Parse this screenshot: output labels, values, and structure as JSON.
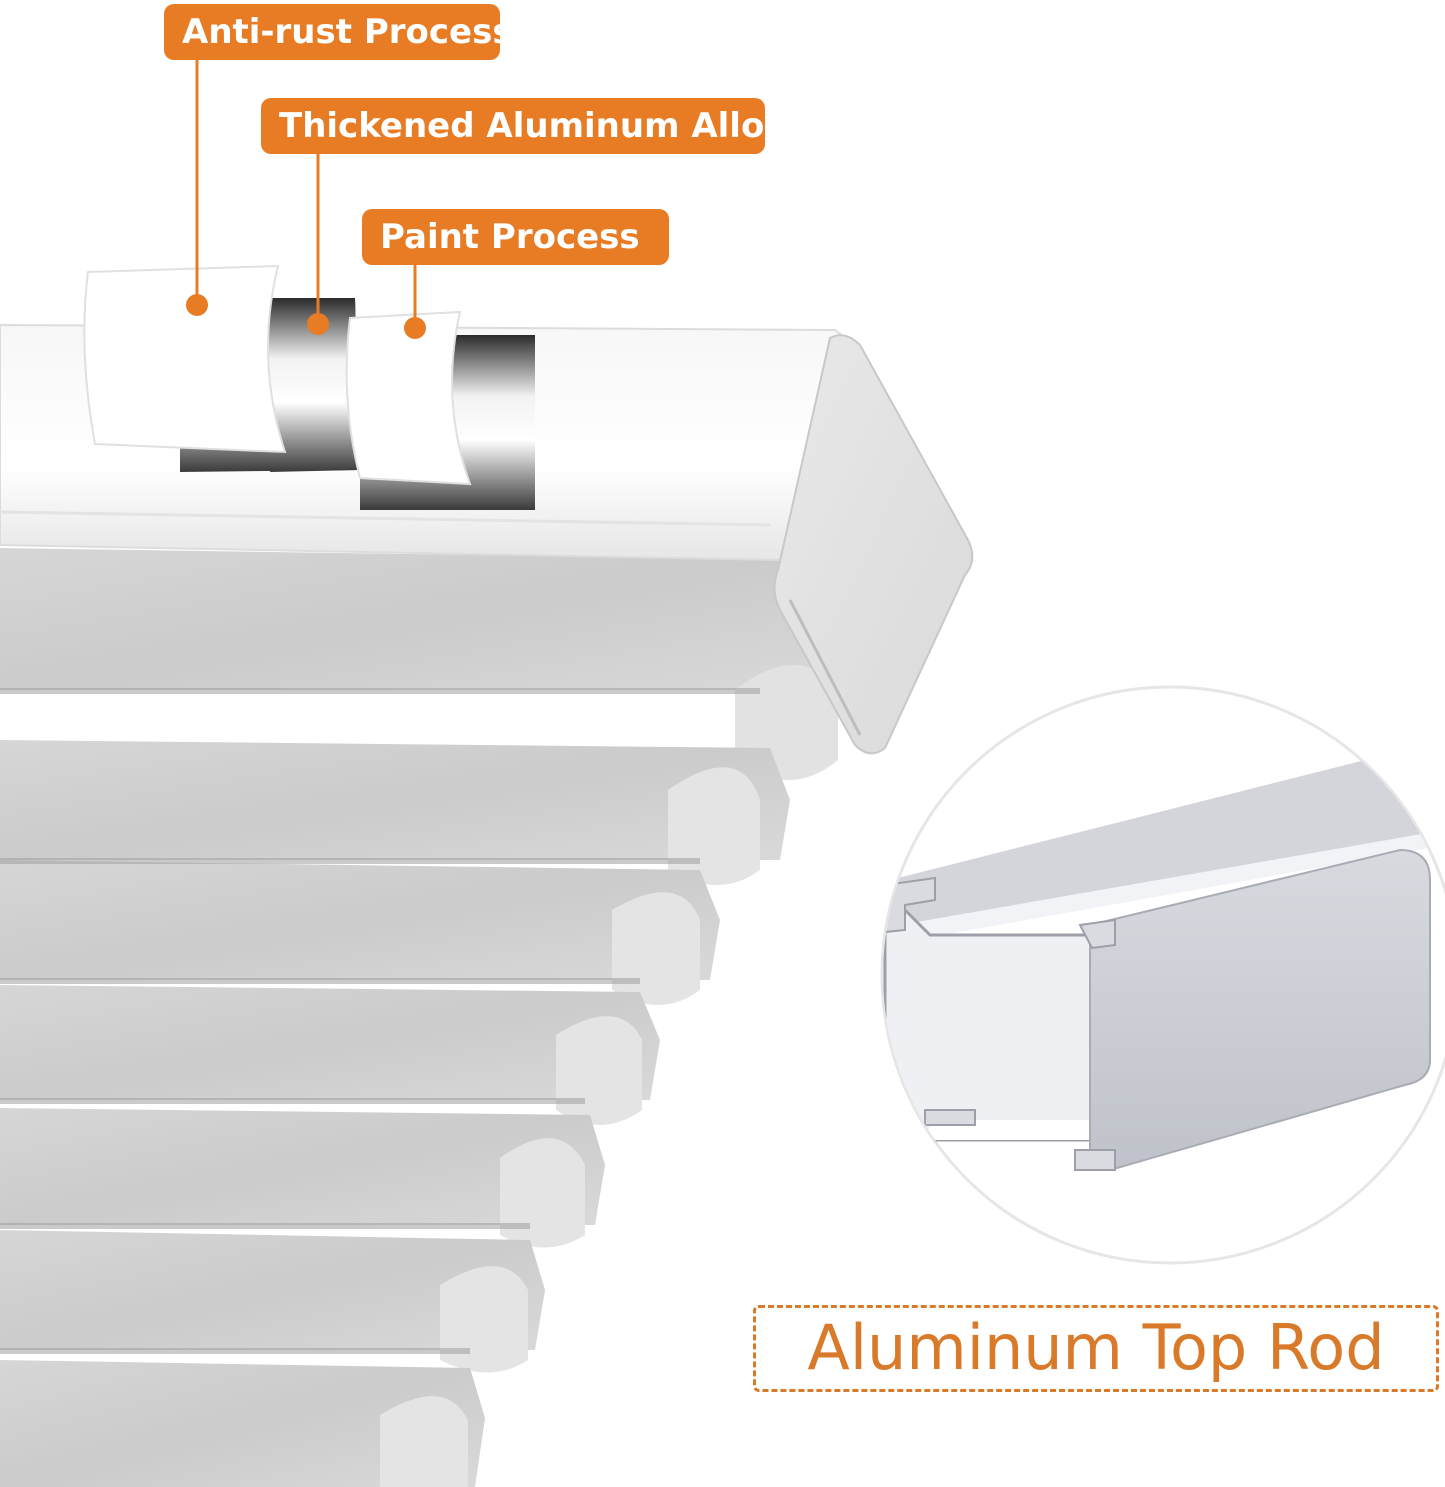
{
  "callouts": {
    "anti_rust": "Anti-rust Process",
    "thickened_alloy": "Thickened Aluminum Alloy",
    "paint": "Paint Process"
  },
  "top_rod_label": "Aluminum Top Rod",
  "colors": {
    "accent_orange": "#e87c24",
    "label_orange": "#d9792a",
    "fabric_gray": "#cfcfcf",
    "rail_white": "#f4f4f4",
    "profile_gray": "#c9cbd2"
  }
}
